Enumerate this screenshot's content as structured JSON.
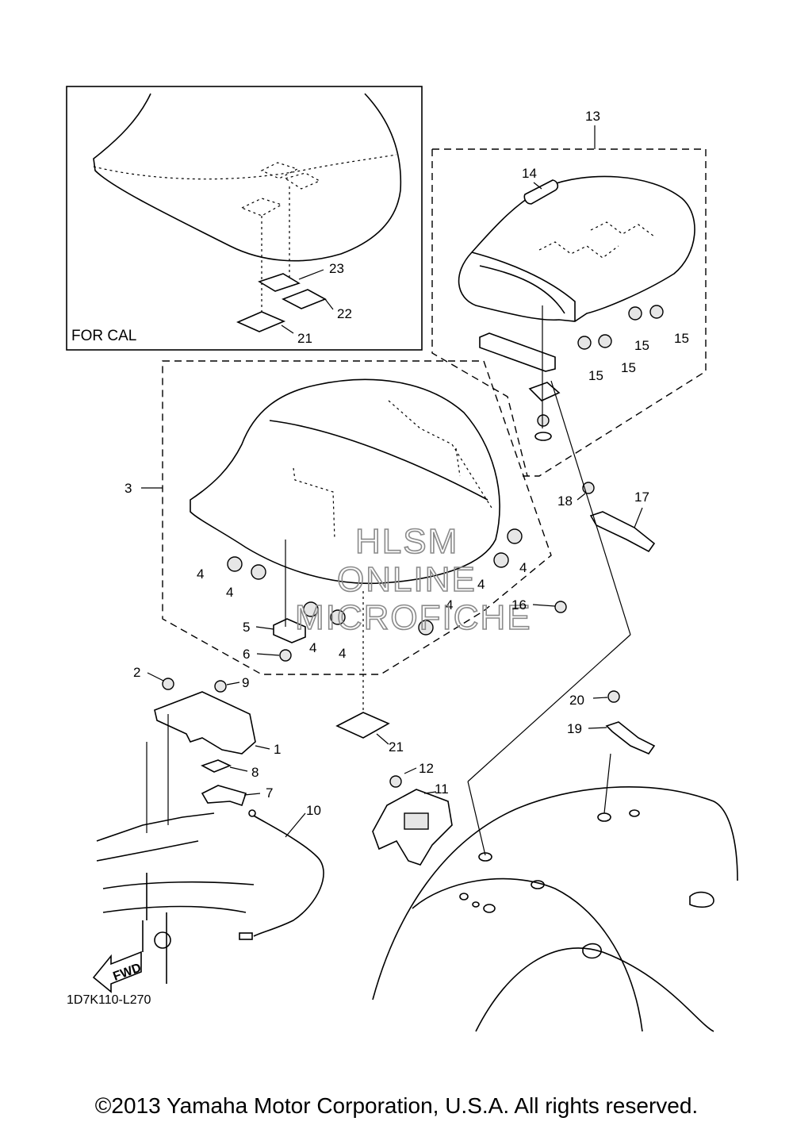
{
  "inset": {
    "caption": "FOR CAL"
  },
  "callouts": {
    "c1": "1",
    "c2": "2",
    "c3": "3",
    "c4a": "4",
    "c4b": "4",
    "c4c": "4",
    "c4d": "4",
    "c4e": "4",
    "c4f": "4",
    "c4g": "4",
    "c5": "5",
    "c6": "6",
    "c7": "7",
    "c8": "8",
    "c9": "9",
    "c10": "10",
    "c11": "11",
    "c12": "12",
    "c13": "13",
    "c14": "14",
    "c15a": "15",
    "c15b": "15",
    "c15c": "15",
    "c15d": "15",
    "c16": "16",
    "c17": "17",
    "c18": "18",
    "c19": "19",
    "c20": "20",
    "c21a": "21",
    "c21b": "21",
    "c22": "22",
    "c23": "23"
  },
  "fwd_arrow": "FWD",
  "diagram_code": "1D7K110-L270",
  "watermark": {
    "line1": "HLSM",
    "line2": "ONLINE",
    "line3": "MICROFICHE"
  },
  "copyright": "©2013 Yamaha Motor Corporation, U.S.A. All rights reserved."
}
